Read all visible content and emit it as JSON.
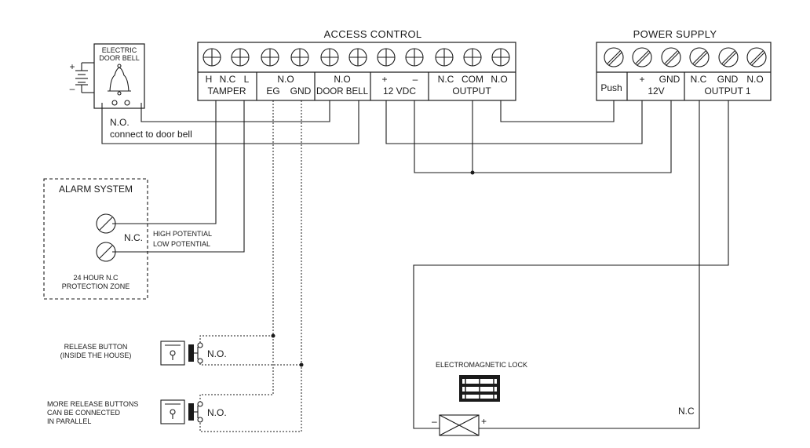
{
  "access_control": {
    "title": "ACCESS CONTROL",
    "tamper": {
      "h": "H",
      "nc": "N.C",
      "l": "L",
      "name": "TAMPER"
    },
    "no_top": "N.O",
    "eg": "EG",
    "gnd": "GND",
    "door_no": "N.O",
    "door_bell": "DOOR BELL",
    "plus": "+",
    "minus": "–",
    "vdc": "12 VDC",
    "out_nc": "N.C",
    "out_com": "COM",
    "out_no": "N.O",
    "output": "OUTPUT"
  },
  "power_supply": {
    "title": "POWER SUPPLY",
    "push": "Push",
    "plus": "+",
    "gnd": "GND",
    "v12": "12V",
    "nc": "N.C",
    "gnd2": "GND",
    "no": "N.O",
    "output1": "OUTPUT 1"
  },
  "door_bell": {
    "title1": "ELECTRIC",
    "title2": "DOOR BELL",
    "plus": "+",
    "minus": "–",
    "no": "N.O.",
    "note": "connect to door bell"
  },
  "alarm": {
    "title": "ALARM SYSTEM",
    "nc": "N.C.",
    "high": "HIGH POTENTIAL",
    "low": "LOW POTENTIAL",
    "zone1": "24 HOUR N.C",
    "zone2": "PROTECTION ZONE"
  },
  "release1": {
    "line1": "RELEASE BUTTON",
    "line2": "(INSIDE THE HOUSE)",
    "no": "N.O."
  },
  "release2": {
    "line1": "MORE RELEASE BUTTONS",
    "line2": "CAN BE CONNECTED",
    "line3": "IN PARALLEL",
    "no": "N.O."
  },
  "lock": {
    "title": "ELECTROMAGNETIC LOCK",
    "minus": "–",
    "plus": "+",
    "nc": "N.C"
  }
}
